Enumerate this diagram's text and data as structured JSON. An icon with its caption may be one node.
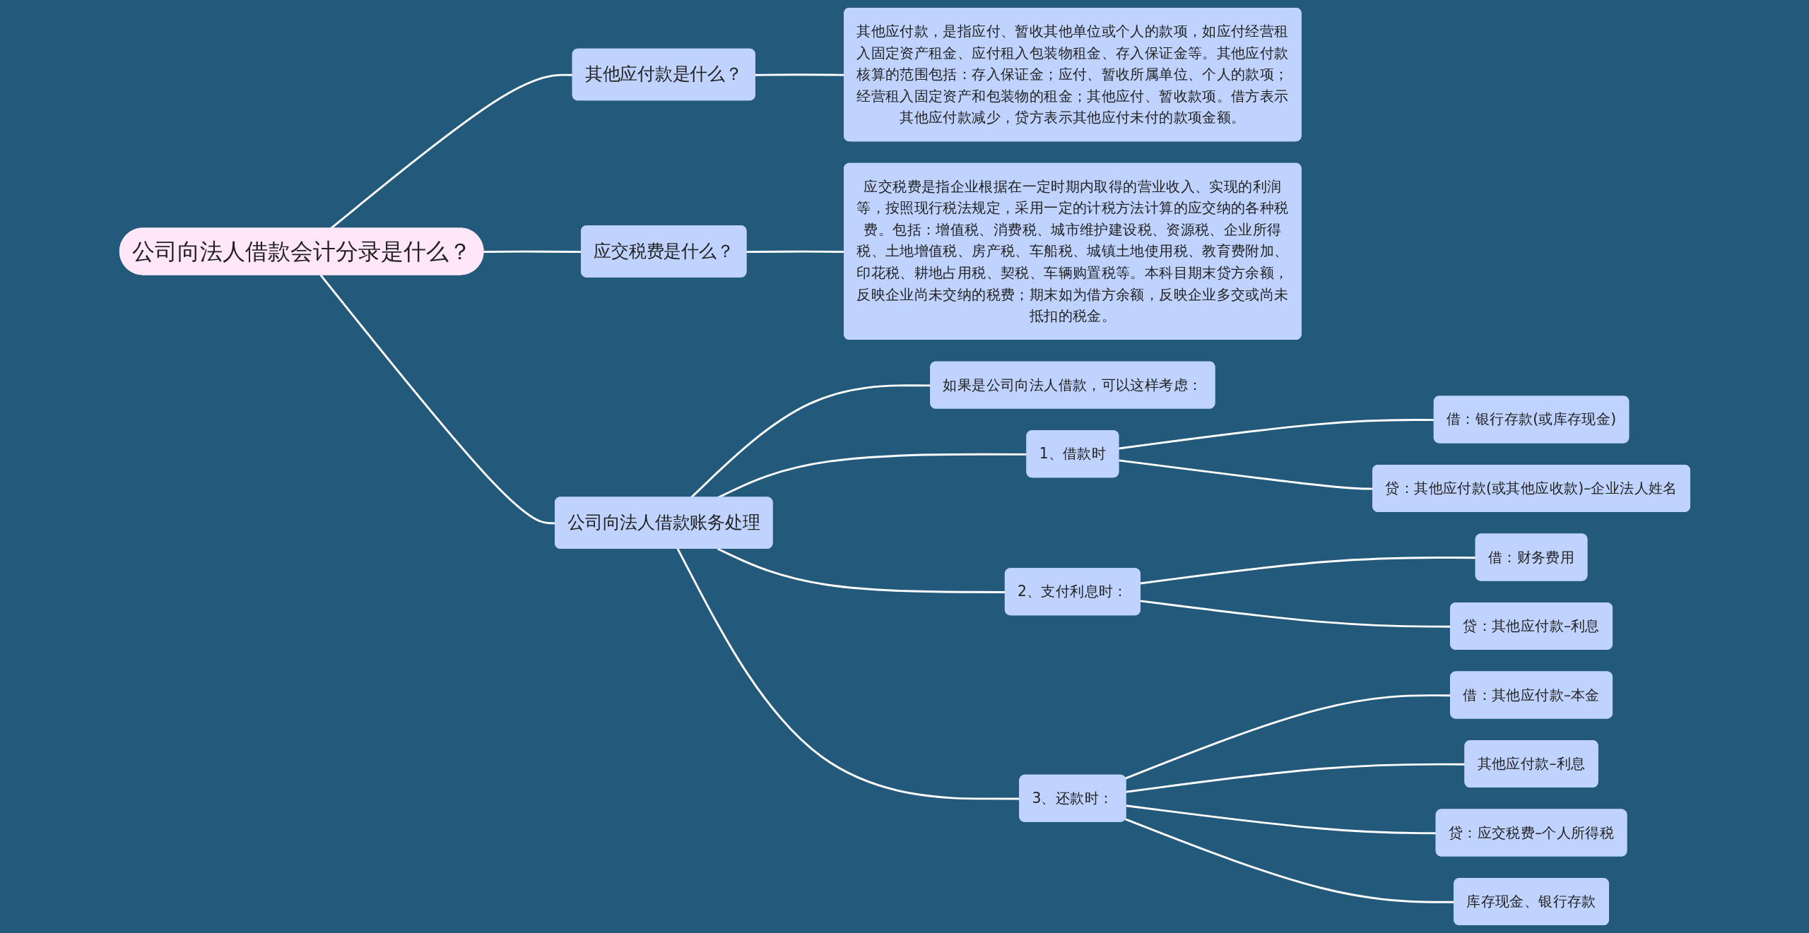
{
  "diagram": {
    "nodes": [
      {
        "text": [
          "公司向法人借款会计分录是什么？"
        ]
      },
      {
        "text": [
          "公司向法人借款账务处理"
        ]
      },
      {
        "text": [
          "如果是公司向法人借款，可以这样考虑："
        ]
      },
      {
        "text": [
          "1、借款时"
        ]
      },
      {
        "text": [
          "借：银行存款(或库存现金)"
        ]
      },
      {
        "text": [
          "贷：其他应付款(或其他应收款)–企业法人姓名"
        ]
      },
      {
        "text": [
          "2、支付利息时："
        ]
      },
      {
        "text": [
          "借：财务费用"
        ]
      },
      {
        "text": [
          "贷：其他应付款–利息"
        ]
      },
      {
        "text": [
          "3、还款时："
        ]
      },
      {
        "text": [
          "借：其他应付款–本金"
        ]
      },
      {
        "text": [
          "其他应付款–利息"
        ]
      },
      {
        "text": [
          "贷：应交税费–个人所得税"
        ]
      },
      {
        "text": [
          "库存现金、银行存款"
        ]
      },
      {
        "text": [
          "应交税费是什么？"
        ]
      },
      {
        "text": [
          "应交税费是指企业根据在一定时期内取得的营业收入、实现的利润等，按照现行税法规定，采用一定的计税方法计算的应交纳的各种税费。包括：增值税、消费税、城市维护建设税、资源税、企业所得税、土地增值税、房产税、车船税、城镇土地使用税、教育费附加、印花税、耕地占用税、契税、车辆购置税等。本科目期末贷方余额，反映企业尚未交纳的税费；期末如为借方余额，反映企业多交或尚未抵扣的税金。"
        ]
      },
      {
        "text": [
          "其他应付款是什么？"
        ]
      },
      {
        "text": [
          "其他应付款，是指应付、暂收其他单位或个人的款项，如应付经营租入固定资产租金、应付租入包装物租金、存入保证金等。其他应付款核算的范围包括：存入保证金；应付、暂收所属单位、个人的款项；经营租入固定资产和包装物的租金；其他应付、暂收款项。借方表示其他应付款减少，贷方表示其他应付未付的款项金额。"
        ]
      }
    ],
    "edges": [
      {
        "from": 0,
        "to": 1,
        "arrow": "none"
      },
      {
        "from": 1,
        "to": 2,
        "arrow": "none"
      },
      {
        "from": 1,
        "to": 3,
        "arrow": "none"
      },
      {
        "from": 3,
        "to": 4,
        "arrow": "none"
      },
      {
        "from": 3,
        "to": 5,
        "arrow": "none"
      },
      {
        "from": 1,
        "to": 6,
        "arrow": "none"
      },
      {
        "from": 6,
        "to": 7,
        "arrow": "none"
      },
      {
        "from": 6,
        "to": 8,
        "arrow": "none"
      },
      {
        "from": 1,
        "to": 9,
        "arrow": "none"
      },
      {
        "from": 9,
        "to": 10,
        "arrow": "none"
      },
      {
        "from": 9,
        "to": 11,
        "arrow": "none"
      },
      {
        "from": 9,
        "to": 12,
        "arrow": "none"
      },
      {
        "from": 9,
        "to": 13,
        "arrow": "none"
      },
      {
        "from": 0,
        "to": 14,
        "arrow": "none"
      },
      {
        "from": 14,
        "to": 15,
        "arrow": "none"
      },
      {
        "from": 0,
        "to": 16,
        "arrow": "none"
      },
      {
        "from": 16,
        "to": 17,
        "arrow": "none"
      }
    ]
  }
}
